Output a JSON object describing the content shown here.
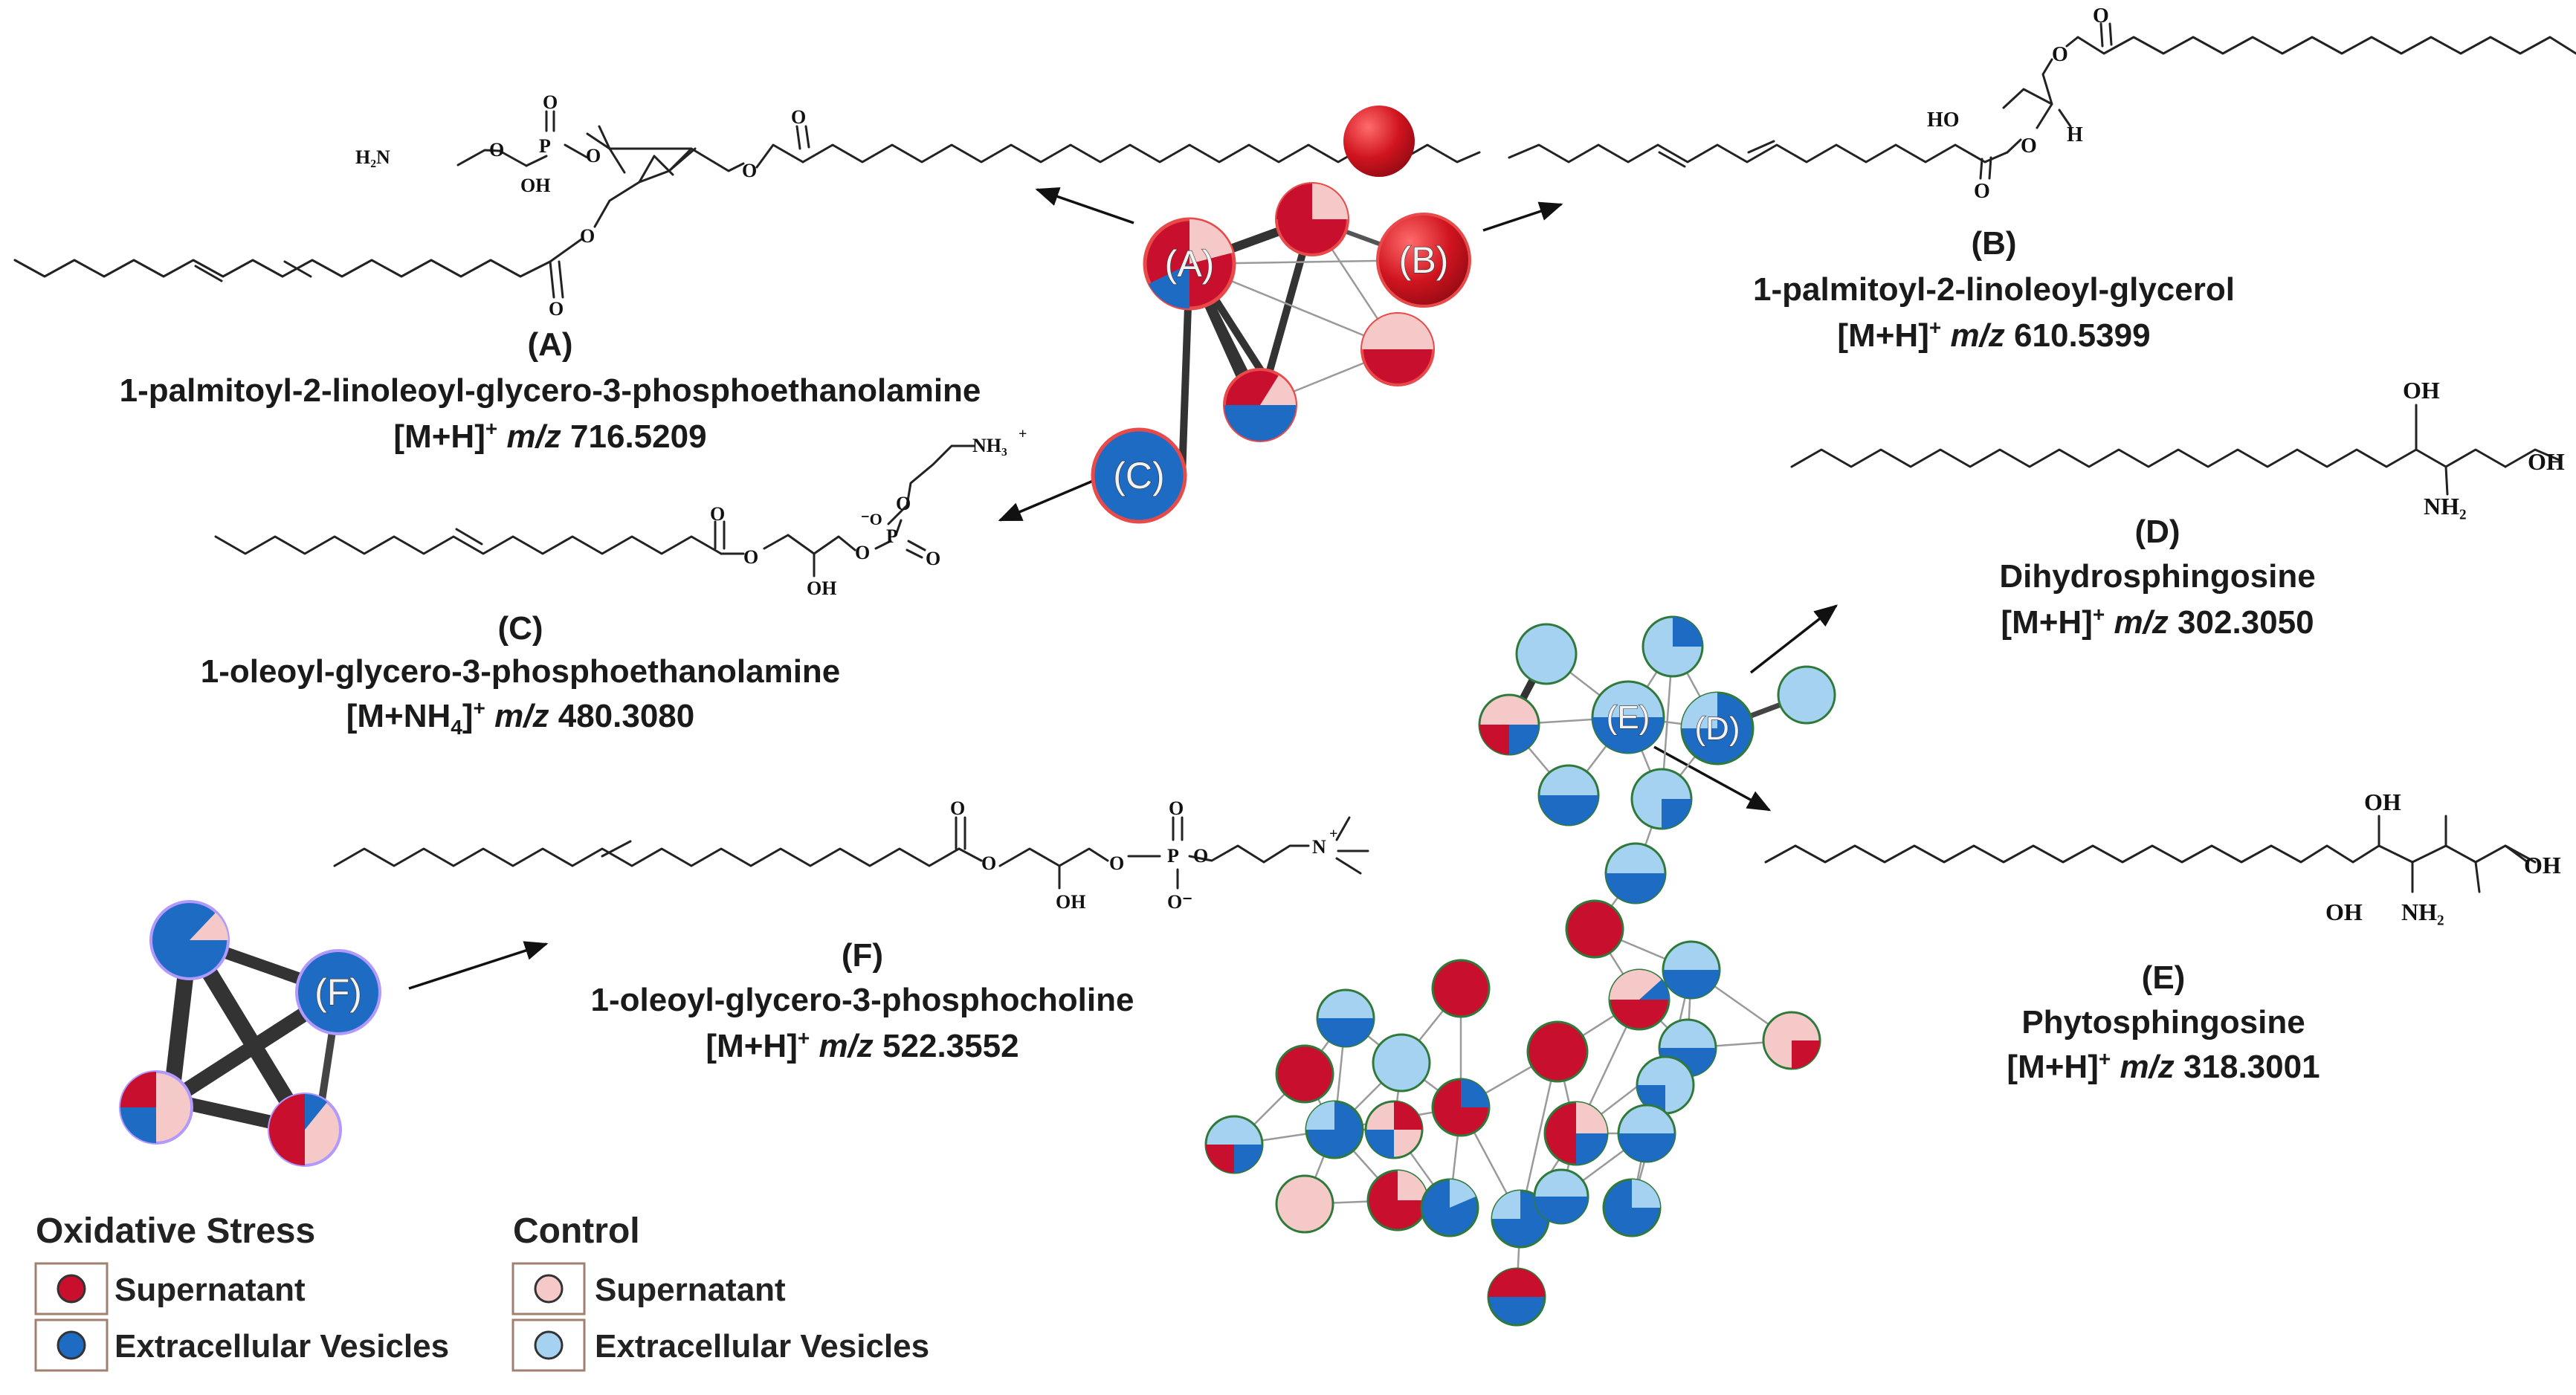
{
  "colors": {
    "os_supernatant": "#c8102e",
    "os_vesicles": "#1e6bc4",
    "ctrl_supernatant": "#f6c9c9",
    "ctrl_vesicles": "#a6d2f2",
    "red_stroke": "#d2202a",
    "blue_stroke": "#2f7a3a"
  },
  "compounds": {
    "A": {
      "letter": "(A)",
      "name": "1-palmitoyl-2-linoleoyl-glycero-3-phosphoethanolamine",
      "ion_prefix": "[M+H]",
      "ion_sup": "+",
      "mz_label": "m/z",
      "mz": "716.5209"
    },
    "B": {
      "letter": "(B)",
      "name": "1-palmitoyl-2-linoleoyl-glycerol",
      "ion_prefix": "[M+H]",
      "ion_sup": "+",
      "mz_label": "m/z",
      "mz": "610.5399"
    },
    "C": {
      "letter": "(C)",
      "name": "1-oleoyl-glycero-3-phosphoethanolamine",
      "ion_prefix": "[M+NH",
      "ion_sub": "4",
      "ion_close": "]",
      "ion_sup": "+",
      "mz_label": "m/z",
      "mz": "480.3080"
    },
    "D": {
      "letter": "(D)",
      "name": "Dihydrosphingosine",
      "ion_prefix": "[M+H]",
      "ion_sup": "+",
      "mz_label": "m/z",
      "mz": "302.3050"
    },
    "E": {
      "letter": "(E)",
      "name": "Phytosphingosine",
      "ion_prefix": "[M+H]",
      "ion_sup": "+",
      "mz_label": "m/z",
      "mz": "318.3001"
    },
    "F": {
      "letter": "(F)",
      "name": "1-oleoyl-glycero-3-phosphocholine",
      "ion_prefix": "[M+H]",
      "ion_sup": "+",
      "mz_label": "m/z",
      "mz": "522.3552"
    }
  },
  "atoms": {
    "A": {
      "h2n": "H₂N",
      "p": "P",
      "o": "O",
      "oh": "OH"
    },
    "B": {
      "ho": "HO",
      "h": "H",
      "o": "O"
    },
    "C": {
      "nh3": "NH₃",
      "plus": "+",
      "p": "P",
      "o": "O",
      "ominus": "⁻O",
      "oh": "OH"
    },
    "D": {
      "oh": "OH",
      "nh2": "NH₂"
    },
    "E": {
      "oh": "OH",
      "nh2": "NH₂"
    },
    "F": {
      "p": "P",
      "o": "O",
      "ominus": "O⁻",
      "oh": "OH",
      "n": "N",
      "plus": "+"
    }
  },
  "node_labels": {
    "A": "(A)",
    "B": "(B)",
    "C": "(C)",
    "D": "(D)",
    "E": "(E)",
    "F": "(F)"
  },
  "legend": {
    "oxidative_title": "Oxidative Stress",
    "control_title": "Control",
    "supernatant": "Supernatant",
    "vesicles": "Extracellular Vesicles"
  }
}
